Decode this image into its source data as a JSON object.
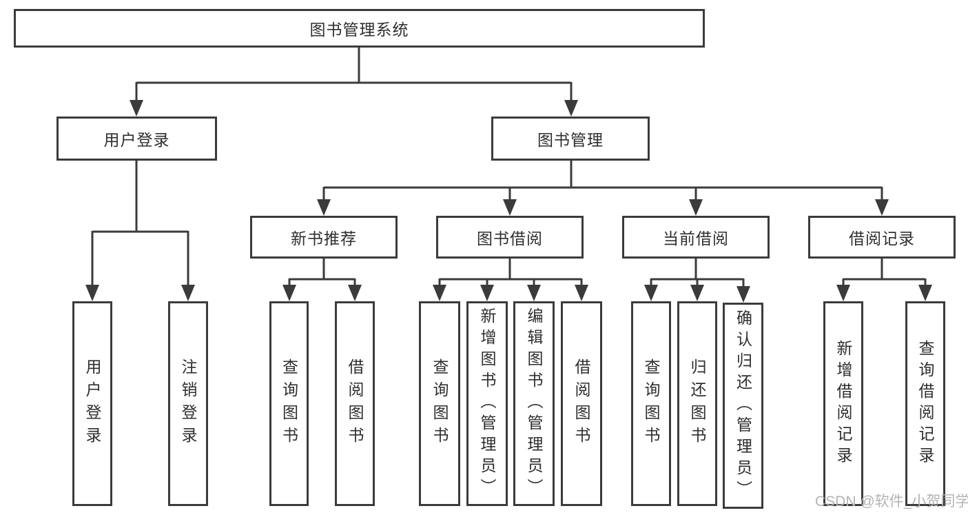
{
  "colors": {
    "line": "#3b3b3b",
    "box_border": "#3b3b3b",
    "text": "#2e2e2e",
    "watermark": "#b3b3b3",
    "background": "#ffffff"
  },
  "watermark": {
    "text": "CSDN @软件_小贺同学"
  },
  "tree": {
    "root": {
      "label": "图书管理系统"
    },
    "branches": [
      {
        "label": "用户登录",
        "children": [
          {
            "label": "用户登录"
          },
          {
            "label": "注销登录"
          }
        ]
      },
      {
        "label": "图书管理",
        "children": [
          {
            "label": "新书推荐",
            "children": [
              {
                "label": "查询图书"
              },
              {
                "label": "借阅图书"
              }
            ]
          },
          {
            "label": "图书借阅",
            "children": [
              {
                "label": "查询图书"
              },
              {
                "label": "新增图书（管理员）"
              },
              {
                "label": "编辑图书（管理员）"
              },
              {
                "label": "借阅图书"
              }
            ]
          },
          {
            "label": "当前借阅",
            "children": [
              {
                "label": "查询图书"
              },
              {
                "label": "归还图书"
              },
              {
                "label": "确认归还（管理员）"
              }
            ]
          },
          {
            "label": "借阅记录",
            "children": [
              {
                "label": "新增借阅记录"
              },
              {
                "label": "查询借阅记录"
              }
            ]
          }
        ]
      }
    ]
  }
}
